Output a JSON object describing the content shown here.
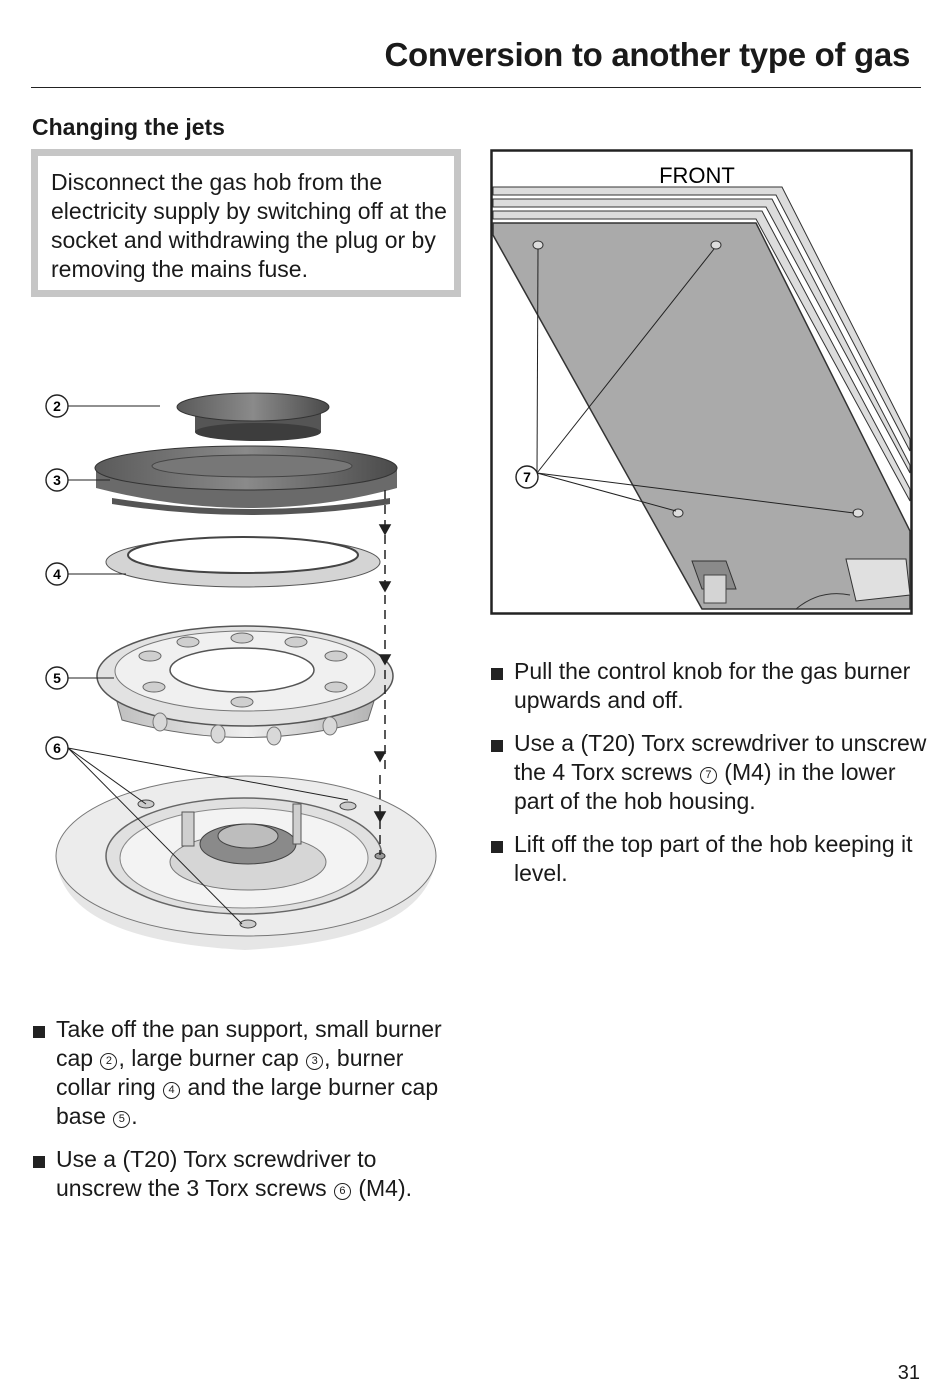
{
  "page": {
    "title": "Conversion to another type of gas",
    "section_heading": "Changing the jets",
    "page_number": "31"
  },
  "warning": {
    "text": "Disconnect the gas hob from the electricity supply by switching off at the socket and withdrawing the plug or by removing the mains fuse."
  },
  "left_steps": [
    {
      "parts": [
        "Take off the pan support, small burner cap ",
        "2",
        ", large burner cap ",
        "3",
        ", burner collar ring ",
        "4",
        " and the large burner cap base ",
        "5",
        "."
      ]
    },
    {
      "parts": [
        "Use a (T20) Torx screwdriver to unscrew the 3 Torx screws ",
        "6",
        " (M4)."
      ]
    }
  ],
  "right_steps": [
    {
      "text": "Pull the control knob for the gas burner upwards and off."
    },
    {
      "parts": [
        "Use a (T20) Torx screwdriver to unscrew the 4 Torx screws ",
        "7",
        " (M4) in the lower part of the hob housing."
      ]
    },
    {
      "text": "Lift off the top part of the hob keeping it level."
    }
  ],
  "exploded_diagram": {
    "callouts": [
      "2",
      "3",
      "4",
      "5",
      "6"
    ]
  },
  "housing_diagram": {
    "front_label": "FRONT",
    "callout": "7"
  }
}
